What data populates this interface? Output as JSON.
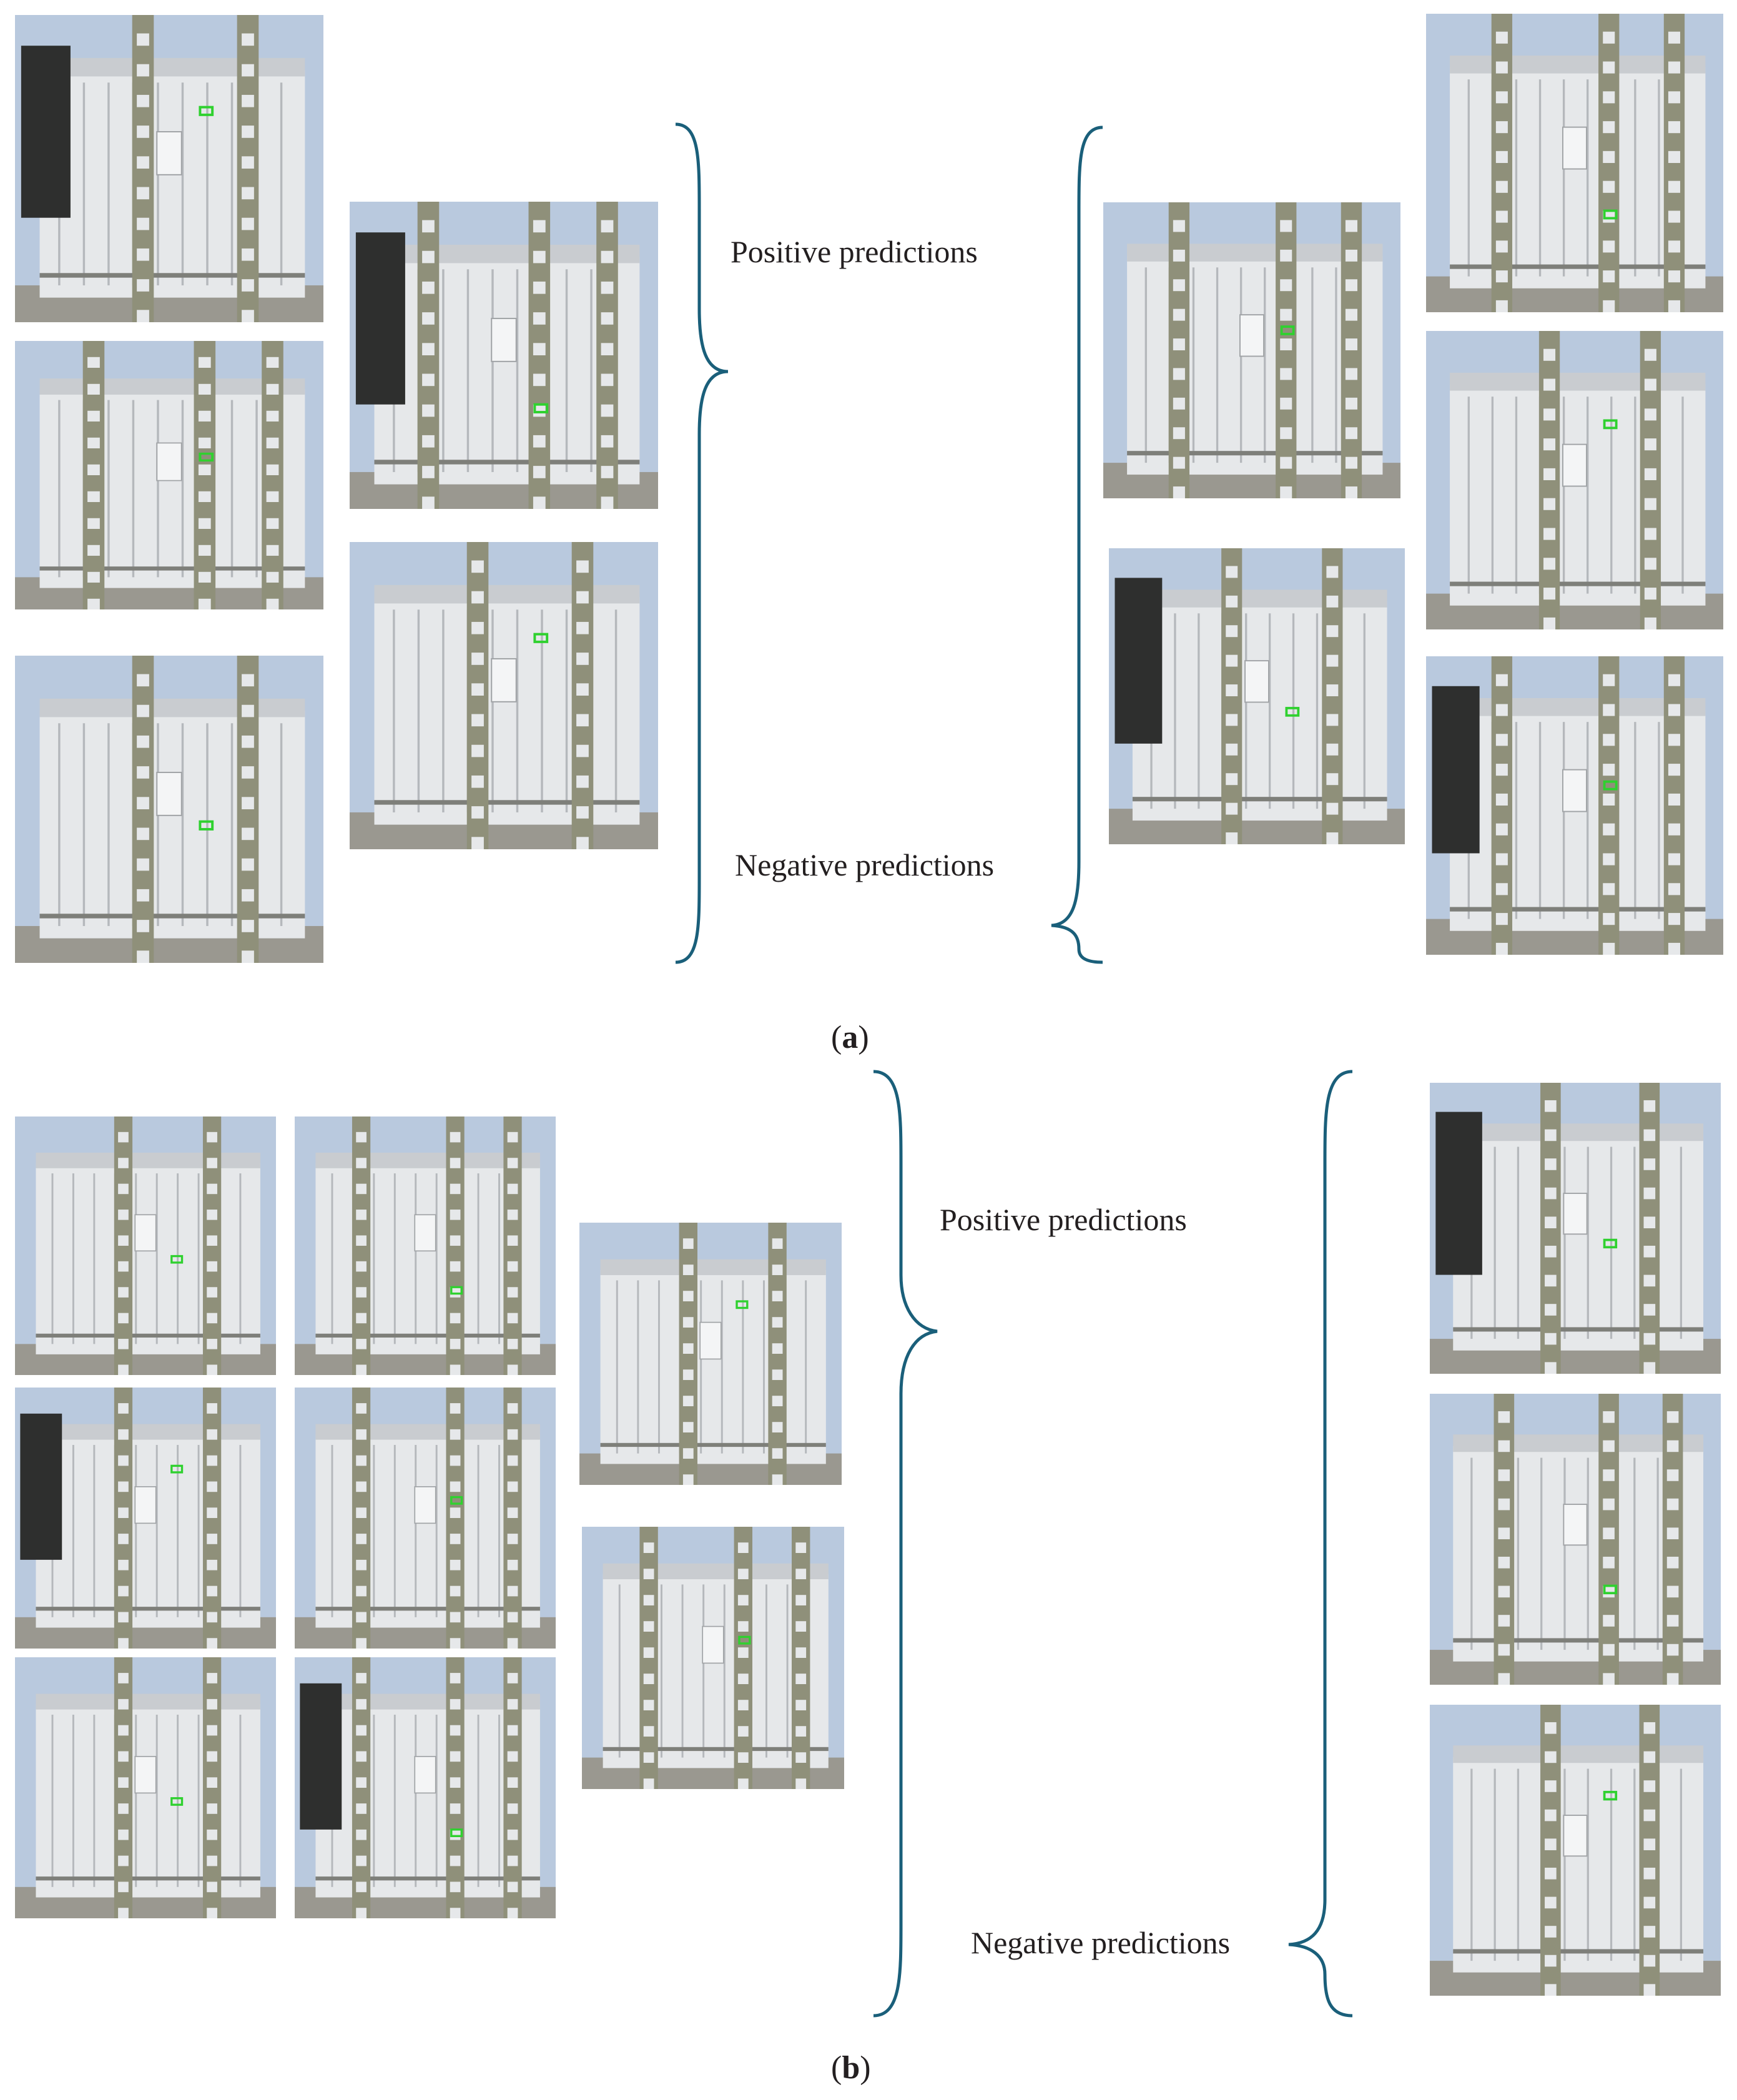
{
  "panel_a": {
    "caption_open": "(",
    "caption_letter": "a",
    "caption_close": ")",
    "positive_label": "Positive predictions",
    "negative_label": "Negative predictions"
  },
  "panel_b": {
    "caption_open": "(",
    "caption_letter": "b",
    "caption_close": ")",
    "positive_label": "Positive predictions",
    "negative_label": "Negative predictions"
  },
  "colors": {
    "brace": "#1a5f7a",
    "sky": "#b9c9de",
    "transformer": "#e6e8ea",
    "steel_frame": "#8f907a",
    "radiator": "#2e2f2e",
    "highlight_box": "#2fd12f"
  }
}
